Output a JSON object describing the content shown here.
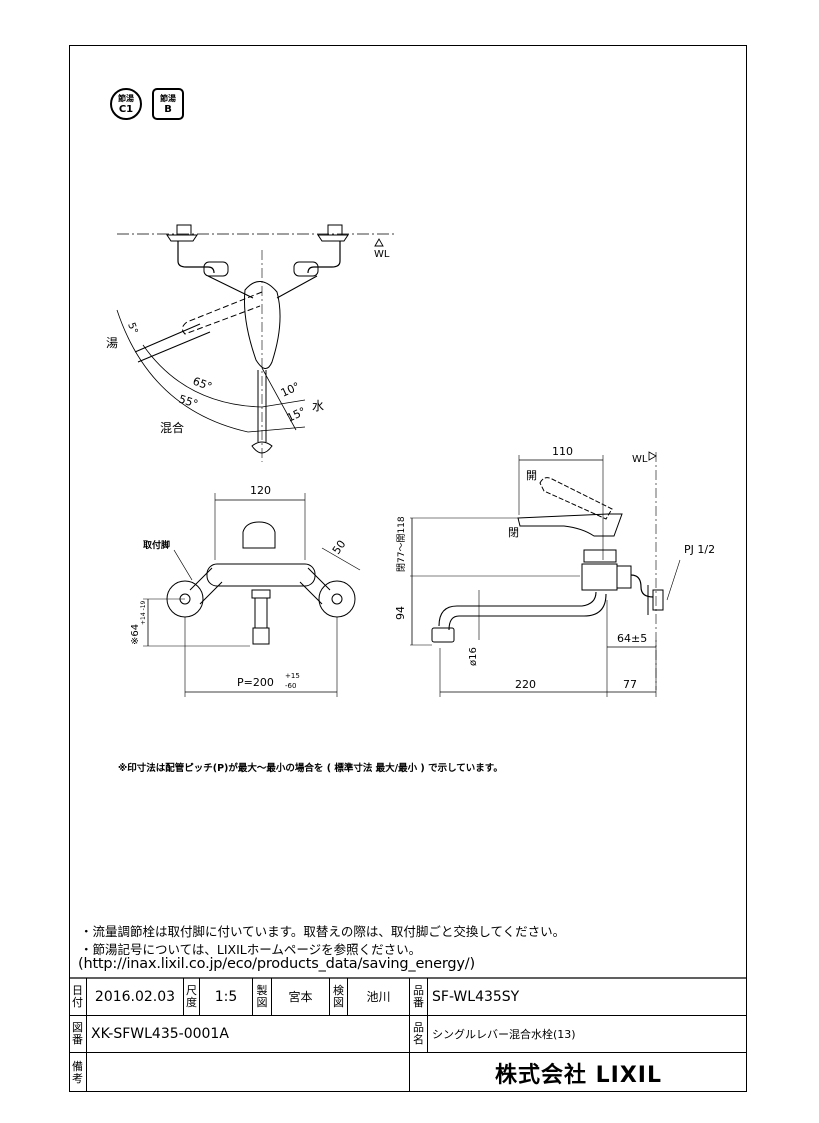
{
  "badges": [
    {
      "top": "節湯",
      "bottom": "C1",
      "shape": "circle"
    },
    {
      "top": "節湯",
      "bottom": "B",
      "shape": "rounded-square"
    }
  ],
  "front_view": {
    "wl_label": "WL",
    "hot_label": "湯",
    "cold_label": "水",
    "mix_label": "混合",
    "angles": [
      "5°",
      "65°",
      "55°",
      "10°",
      "15°"
    ]
  },
  "bottom_view": {
    "width_dim": "120",
    "arm_dim": "50",
    "mount_label": "取付脚",
    "height_dim": "※64",
    "height_tol": "+14 -19",
    "pitch_dim": "P=200",
    "pitch_tol_plus": "+15",
    "pitch_tol_minus": "-60"
  },
  "side_view": {
    "lever_reach": "110",
    "open_label": "開",
    "close_label": "閉",
    "lever_height": "閉77～開118",
    "spout_height": "94",
    "spout_dia": "ø16",
    "spout_length": "220",
    "wall_dim": "64±5",
    "wall_offset": "77",
    "pipe_label": "PJ 1/2",
    "wl_label": "WL"
  },
  "standard_note": "※印寸法は配管ピッチ(P)が最大～最小の場合を ( 標準寸法 最大/最小 ) で示しています。",
  "notes": [
    "・流量調節栓は取付脚に付いています。取替えの際は、取付脚ごと交換してください。",
    "・節湯記号については、LIXILホームページを参照ください。",
    "(http://inax.lixil.co.jp/eco/products_data/saving_energy/)"
  ],
  "title_block": {
    "date_label": "日付",
    "date": "2016.02.03",
    "scale_label": "尺度",
    "scale": "1:5",
    "drawn_label": "製図",
    "drawn_by": "宮本",
    "checked_label": "検図",
    "checked_by": "池川",
    "part_no_label": "品番",
    "part_no": "SF-WL435SY",
    "drawing_no_label": "図番",
    "drawing_no": "XK-SFWL435-0001A",
    "product_name_label": "品名",
    "product_name": "シングルレバー混合水栓(13)",
    "remarks_label": "備考",
    "company": "株式会社 LIXIL"
  }
}
